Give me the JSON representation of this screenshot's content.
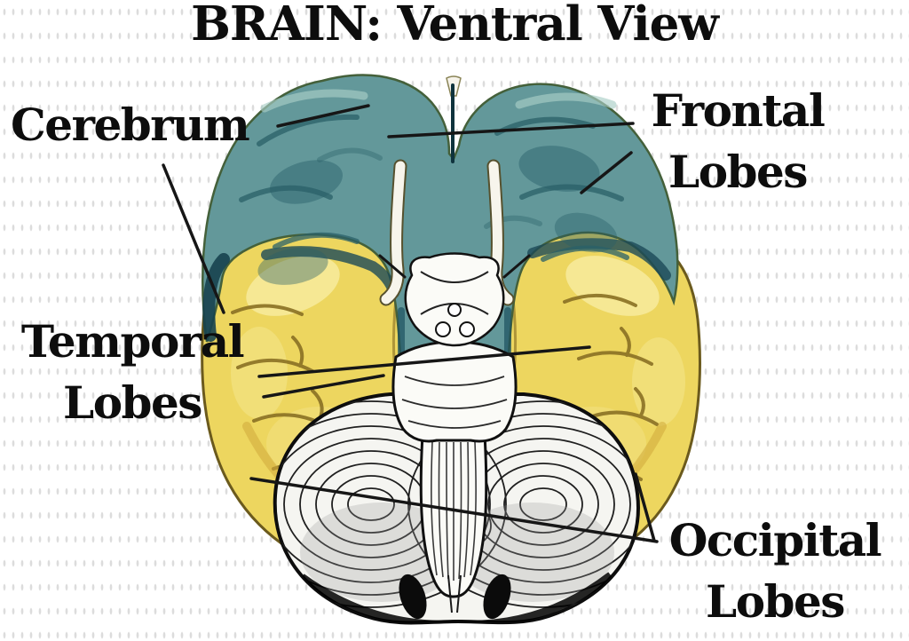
{
  "title": "BRAIN: Ventral View",
  "labels": {
    "cerebrum": "Cerebrum",
    "frontal": "Frontal Lobes",
    "temporal": "Temporal Lobes",
    "occipital": "Occipital Lobes"
  },
  "colors": {
    "frontal_lobe_fill": "#63989a",
    "temporal_occipital_fill": "#edd65f",
    "cerebellum_fill": "#f5f5f1",
    "brainstem_fill": "#fbfbf7",
    "line_color": "#161616",
    "text_color": "#0d0d0d",
    "background": "#ffffff"
  }
}
